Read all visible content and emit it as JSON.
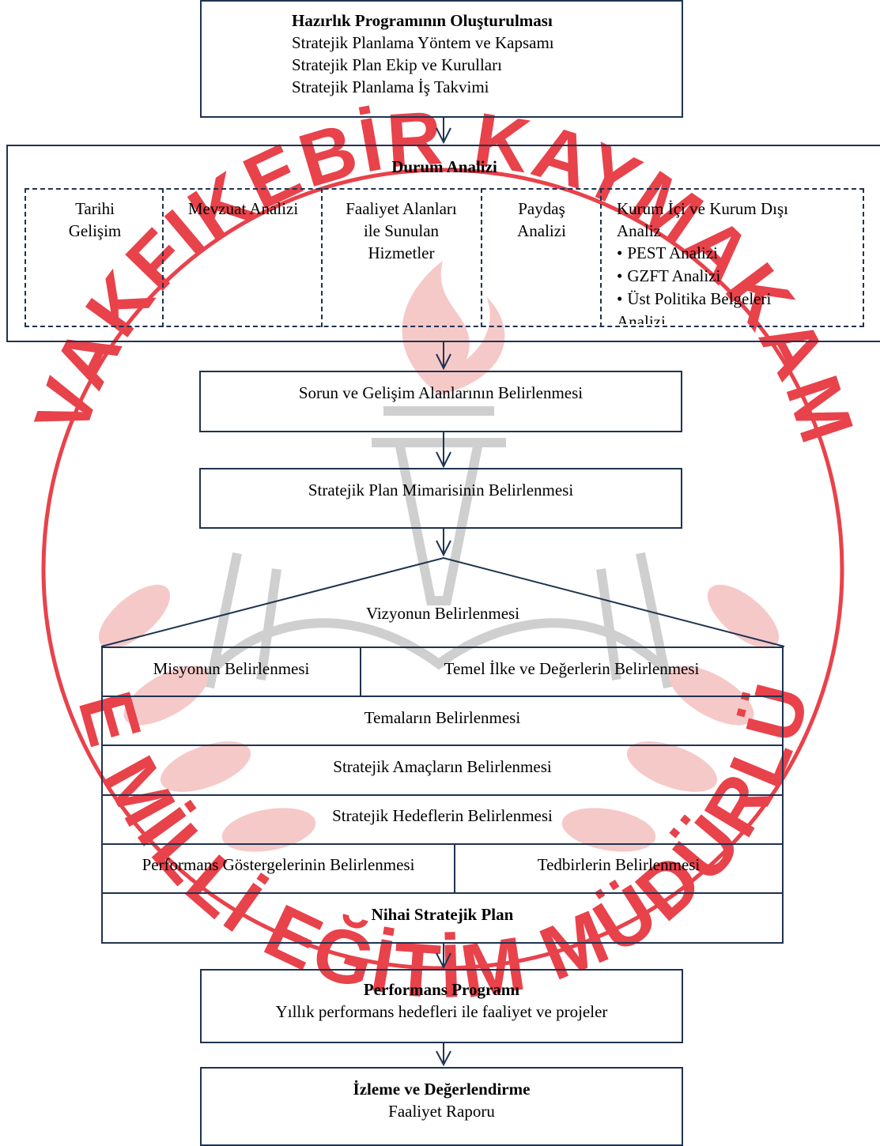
{
  "watermark": {
    "top_text": "T.C. VAKFIKEBİR KAYMAKAMLIĞI",
    "bottom_text": "İLÇE MİLLİ EĞİTİM MÜDÜRLÜĞÜ",
    "color": "#e8424b"
  },
  "colors": {
    "border": "#1f3350",
    "watermark": "#e8424b",
    "emblem": "#c9c9c9"
  },
  "hazirlik": {
    "title": "Hazırlık Programının Oluşturulması",
    "lines": [
      "Stratejik Planlama Yöntem ve Kapsamı",
      "Stratejik Plan Ekip ve Kurulları",
      "Stratejik Planlama İş Takvimi"
    ]
  },
  "durum": {
    "title": "Durum Analizi",
    "cols": {
      "tarihi": "Tarihi Gelişim",
      "mevzuat": "Mevzuat Analizi",
      "faaliyet": "Faaliyet Alanları ile Sunulan Hizmetler",
      "paydas": "Paydaş Analizi",
      "kurum_title": "Kurum İçi ve Kurum Dışı Analiz",
      "kurum_items": [
        "PEST Analizi",
        "GZFT Analizi",
        "Üst Politika Belgeleri Analizi"
      ]
    }
  },
  "sorun": "Sorun ve Gelişim Alanlarının Belirlenmesi",
  "mimari": "Stratejik Plan Mimarisinin Belirlenmesi",
  "vizyon": "Vizyonun Belirlenmesi",
  "misyon": "Misyonun Belirlenmesi",
  "temel": "Temel İlke ve Değerlerin Belirlenmesi",
  "tema": "Temaların Belirlenmesi",
  "amac": "Stratejik Amaçların Belirlenmesi",
  "hedef": "Stratejik Hedeflerin Belirlenmesi",
  "performans_gosterge": "Performans Göstergelerinin Belirlenmesi",
  "tedbir": "Tedbirlerin Belirlenmesi",
  "nihai": "Nihai Stratejik Plan",
  "performans_program": {
    "title": "Performans Programı",
    "line": "Yıllık performans hedefleri ile faaliyet ve projeler"
  },
  "izleme": {
    "title": "İzleme ve Değerlendirme",
    "line": "Faaliyet Raporu"
  }
}
